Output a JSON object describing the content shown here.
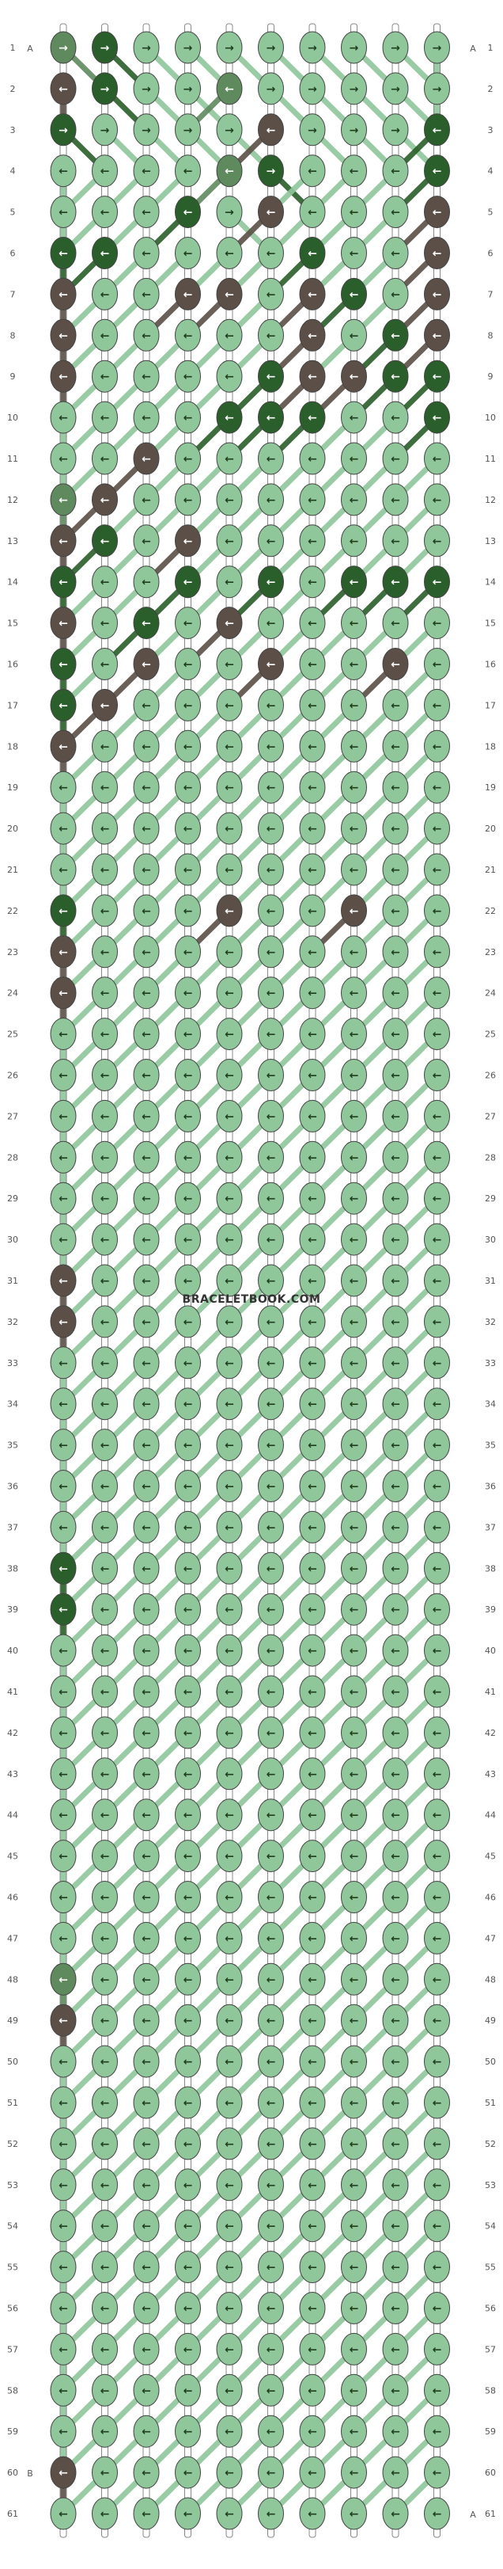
{
  "pattern": {
    "watermark": "BRACELETBOOK.COM",
    "rows": 61,
    "strings": 10,
    "colors": {
      "A": "#8fc79b",
      "B": "#5b4f47",
      "C": "#2a5e2a",
      "D": "#5f8a5e"
    },
    "string_label_left": "A",
    "string_label_right": "A",
    "string_label_bottom_left": "B",
    "string_label_bottom_right": "A"
  },
  "row_labels": [
    "1",
    "2",
    "3",
    "4",
    "5",
    "6",
    "7",
    "8",
    "9",
    "10",
    "11",
    "12",
    "13",
    "14",
    "15",
    "16",
    "17",
    "18",
    "19",
    "20",
    "21",
    "22",
    "23",
    "24",
    "25",
    "26",
    "27",
    "28",
    "29",
    "30",
    "31",
    "32",
    "33",
    "34",
    "35",
    "36",
    "37",
    "38",
    "39",
    "40",
    "41",
    "42",
    "43",
    "44",
    "45",
    "46",
    "47",
    "48",
    "49",
    "50",
    "51",
    "52",
    "53",
    "54",
    "55",
    "56",
    "57",
    "58",
    "59",
    "60",
    "61"
  ],
  "knots": [
    [
      "D>",
      "C>",
      "A>",
      "A>",
      "A>",
      "A>",
      "A>",
      "A>",
      "A>",
      "A>"
    ],
    [
      "B<",
      "C>",
      "A>",
      "A>",
      "D<",
      "A>",
      "A>",
      "A>",
      "A>",
      "A>"
    ],
    [
      "C>",
      "A>",
      "A>",
      "A>",
      "A>",
      "B<",
      "A>",
      "A>",
      "A>",
      "C<"
    ],
    [
      "A<",
      "A<",
      "A<",
      "A<",
      "D<",
      "C>",
      "A<",
      "A<",
      "A<",
      "C<"
    ],
    [
      "A<",
      "A<",
      "A<",
      "C<",
      "A>",
      "B<",
      "A<",
      "A<",
      "A<",
      "B<"
    ],
    [
      "C<",
      "C<",
      "A<",
      "A<",
      "A<",
      "A<",
      "C<",
      "A<",
      "A<",
      "B<"
    ],
    [
      "B<",
      "A<",
      "A<",
      "B<",
      "B<",
      "A<",
      "B<",
      "C<",
      "A<",
      "B<"
    ],
    [
      "B<",
      "A<",
      "A<",
      "A<",
      "A<",
      "A<",
      "B<",
      "A<",
      "C<",
      "B<"
    ],
    [
      "B<",
      "A<",
      "A<",
      "A<",
      "A<",
      "C<",
      "B<",
      "B<",
      "C<",
      "C<"
    ],
    [
      "A<",
      "A<",
      "A<",
      "A<",
      "C<",
      "C<",
      "C<",
      "A<",
      "A<",
      "C<"
    ],
    [
      "A<",
      "A<",
      "B<",
      "A<",
      "A<",
      "A<",
      "A<",
      "A<",
      "A<",
      "A<"
    ],
    [
      "D<",
      "B<",
      "A<",
      "A<",
      "A<",
      "A<",
      "A<",
      "A<",
      "A<",
      "A<"
    ],
    [
      "B<",
      "C<",
      "A<",
      "B<",
      "A<",
      "A<",
      "A<",
      "A<",
      "A<",
      "A<"
    ],
    [
      "C<",
      "A<",
      "A<",
      "C<",
      "A<",
      "C<",
      "A<",
      "C<",
      "C<",
      "C<"
    ],
    [
      "B<",
      "A<",
      "C<",
      "A<",
      "B<",
      "A<",
      "A<",
      "A<",
      "A<",
      "A<"
    ],
    [
      "C<",
      "A<",
      "B<",
      "A<",
      "A<",
      "B<",
      "A<",
      "A<",
      "B<",
      "A<"
    ],
    [
      "C<",
      "B<",
      "A<",
      "A<",
      "A<",
      "A<",
      "A<",
      "A<",
      "A<",
      "A<"
    ],
    [
      "B<",
      "A<",
      "A<",
      "A<",
      "A<",
      "A<",
      "A<",
      "A<",
      "A<",
      "A<"
    ],
    [
      "A<",
      "A<",
      "A<",
      "A<",
      "A<",
      "A<",
      "A<",
      "A<",
      "A<",
      "A<"
    ],
    [
      "A<",
      "A<",
      "A<",
      "A<",
      "A<",
      "A<",
      "A<",
      "A<",
      "A<",
      "A<"
    ],
    [
      "A<",
      "A<",
      "A<",
      "A<",
      "A<",
      "A<",
      "A<",
      "A<",
      "A<",
      "A<"
    ],
    [
      "C<",
      "A<",
      "A<",
      "A<",
      "B<",
      "A<",
      "A<",
      "B<",
      "A<",
      "A<"
    ],
    [
      "B<",
      "A<",
      "A<",
      "A<",
      "A<",
      "A<",
      "A<",
      "A<",
      "A<",
      "A<"
    ],
    [
      "B<",
      "A<",
      "A<",
      "A<",
      "A<",
      "A<",
      "A<",
      "A<",
      "A<",
      "A<"
    ],
    [
      "A<",
      "A<",
      "A<",
      "A<",
      "A<",
      "A<",
      "A<",
      "A<",
      "A<",
      "A<"
    ],
    [
      "A<",
      "A<",
      "A<",
      "A<",
      "A<",
      "A<",
      "A<",
      "A<",
      "A<",
      "A<"
    ],
    [
      "A<",
      "A<",
      "A<",
      "A<",
      "A<",
      "A<",
      "A<",
      "A<",
      "A<",
      "A<"
    ],
    [
      "A<",
      "A<",
      "A<",
      "A<",
      "A<",
      "A<",
      "A<",
      "A<",
      "A<",
      "A<"
    ],
    [
      "A<",
      "A<",
      "A<",
      "A<",
      "A<",
      "A<",
      "A<",
      "A<",
      "A<",
      "A<"
    ],
    [
      "A<",
      "A<",
      "A<",
      "A<",
      "A<",
      "A<",
      "A<",
      "A<",
      "A<",
      "A<"
    ],
    [
      "B<",
      "A<",
      "A<",
      "A<",
      "A<",
      "A<",
      "A<",
      "A<",
      "A<",
      "A<"
    ],
    [
      "B<",
      "A<",
      "A<",
      "A<",
      "A<",
      "A<",
      "A<",
      "A<",
      "A<",
      "A<"
    ],
    [
      "A<",
      "A<",
      "A<",
      "A<",
      "A<",
      "A<",
      "A<",
      "A<",
      "A<",
      "A<"
    ],
    [
      "A<",
      "A<",
      "A<",
      "A<",
      "A<",
      "A<",
      "A<",
      "A<",
      "A<",
      "A<"
    ],
    [
      "A<",
      "A<",
      "A<",
      "A<",
      "A<",
      "A<",
      "A<",
      "A<",
      "A<",
      "A<"
    ],
    [
      "A<",
      "A<",
      "A<",
      "A<",
      "A<",
      "A<",
      "A<",
      "A<",
      "A<",
      "A<"
    ],
    [
      "A<",
      "A<",
      "A<",
      "A<",
      "A<",
      "A<",
      "A<",
      "A<",
      "A<",
      "A<"
    ],
    [
      "C<",
      "A<",
      "A<",
      "A<",
      "A<",
      "A<",
      "A<",
      "A<",
      "A<",
      "A<"
    ],
    [
      "C<",
      "A<",
      "A<",
      "A<",
      "A<",
      "A<",
      "A<",
      "A<",
      "A<",
      "A<"
    ],
    [
      "A<",
      "A<",
      "A<",
      "A<",
      "A<",
      "A<",
      "A<",
      "A<",
      "A<",
      "A<"
    ],
    [
      "A<",
      "A<",
      "A<",
      "A<",
      "A<",
      "A<",
      "A<",
      "A<",
      "A<",
      "A<"
    ],
    [
      "A<",
      "A<",
      "A<",
      "A<",
      "A<",
      "A<",
      "A<",
      "A<",
      "A<",
      "A<"
    ],
    [
      "A<",
      "A<",
      "A<",
      "A<",
      "A<",
      "A<",
      "A<",
      "A<",
      "A<",
      "A<"
    ],
    [
      "A<",
      "A<",
      "A<",
      "A<",
      "A<",
      "A<",
      "A<",
      "A<",
      "A<",
      "A<"
    ],
    [
      "A<",
      "A<",
      "A<",
      "A<",
      "A<",
      "A<",
      "A<",
      "A<",
      "A<",
      "A<"
    ],
    [
      "A<",
      "A<",
      "A<",
      "A<",
      "A<",
      "A<",
      "A<",
      "A<",
      "A<",
      "A<"
    ],
    [
      "A<",
      "A<",
      "A<",
      "A<",
      "A<",
      "A<",
      "A<",
      "A<",
      "A<",
      "A<"
    ],
    [
      "D<",
      "A<",
      "A<",
      "A<",
      "A<",
      "A<",
      "A<",
      "A<",
      "A<",
      "A<"
    ],
    [
      "B<",
      "A<",
      "A<",
      "A<",
      "A<",
      "A<",
      "A<",
      "A<",
      "A<",
      "A<"
    ],
    [
      "A<",
      "A<",
      "A<",
      "A<",
      "A<",
      "A<",
      "A<",
      "A<",
      "A<",
      "A<"
    ],
    [
      "A<",
      "A<",
      "A<",
      "A<",
      "A<",
      "A<",
      "A<",
      "A<",
      "A<",
      "A<"
    ],
    [
      "A<",
      "A<",
      "A<",
      "A<",
      "A<",
      "A<",
      "A<",
      "A<",
      "A<",
      "A<"
    ],
    [
      "A<",
      "A<",
      "A<",
      "A<",
      "A<",
      "A<",
      "A<",
      "A<",
      "A<",
      "A<"
    ],
    [
      "A<",
      "A<",
      "A<",
      "A<",
      "A<",
      "A<",
      "A<",
      "A<",
      "A<",
      "A<"
    ],
    [
      "A<",
      "A<",
      "A<",
      "A<",
      "A<",
      "A<",
      "A<",
      "A<",
      "A<",
      "A<"
    ],
    [
      "A<",
      "A<",
      "A<",
      "A<",
      "A<",
      "A<",
      "A<",
      "A<",
      "A<",
      "A<"
    ],
    [
      "A<",
      "A<",
      "A<",
      "A<",
      "A<",
      "A<",
      "A<",
      "A<",
      "A<",
      "A<"
    ],
    [
      "A<",
      "A<",
      "A<",
      "A<",
      "A<",
      "A<",
      "A<",
      "A<",
      "A<",
      "A<"
    ],
    [
      "A<",
      "A<",
      "A<",
      "A<",
      "A<",
      "A<",
      "A<",
      "A<",
      "A<",
      "A<"
    ],
    [
      "B<",
      "A<",
      "A<",
      "A<",
      "A<",
      "A<",
      "A<",
      "A<",
      "A<",
      "A<"
    ],
    [
      "A<",
      "A<",
      "A<",
      "A<",
      "A<",
      "A<",
      "A<",
      "A<",
      "A<",
      "A<"
    ]
  ]
}
